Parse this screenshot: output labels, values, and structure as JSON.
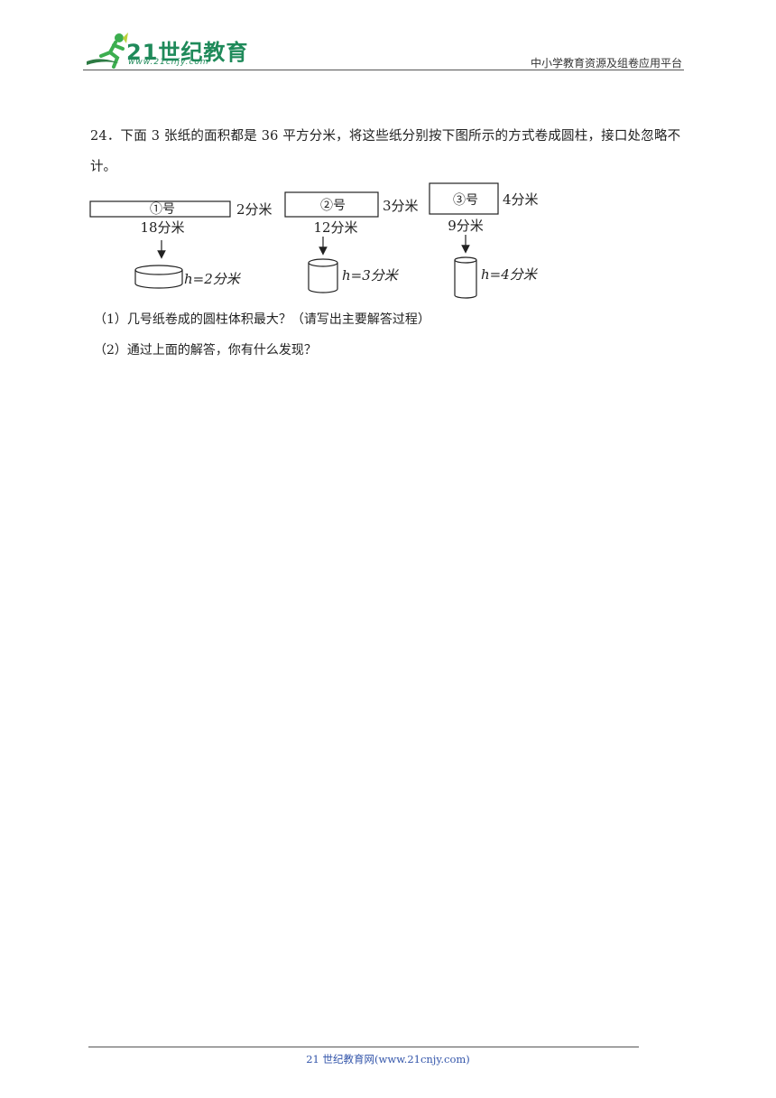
{
  "header": {
    "logo_text": "21世纪教育",
    "logo_url": "www.21cnjy.com",
    "platform_name": "中小学教育资源及组卷应用平台"
  },
  "question": {
    "line1": "24．下面 3 张纸的面积都是 36 平方分米，将这些纸分别按下图所示的方式卷成圆柱，接口处忽略不",
    "line2": "计。",
    "figure": {
      "papers": [
        {
          "label": "①号",
          "side": "2分米",
          "bottom": "18分米",
          "height_label": "h=2分米"
        },
        {
          "label": "②号",
          "side": "3分米",
          "bottom": "12分米",
          "height_label": "h=3分米"
        },
        {
          "label": "③号",
          "side": "4分米",
          "bottom": "9分米",
          "height_label": "h=4分米"
        }
      ]
    },
    "sub1": "（1）几号纸卷成的圆柱体积最大？（请写出主要解答过程）",
    "sub2": "（2）通过上面的解答，你有什么发现？"
  },
  "footer": {
    "text": "21 世纪教育网(www.21cnjy.com)"
  }
}
